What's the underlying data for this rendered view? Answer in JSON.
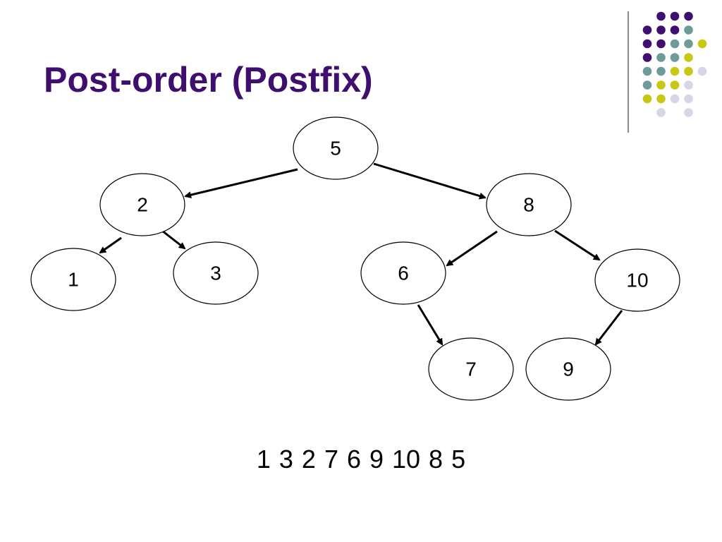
{
  "title": "Post-order (Postfix)",
  "colors": {
    "title": "#3e0f6e",
    "dot_purple": "#3e0f6e",
    "dot_teal": "#6e9a9a",
    "dot_yellow": "#c8c814",
    "dot_lavender": "#d6d6e8"
  },
  "tree": {
    "nodes": [
      {
        "id": "n5",
        "label": "5"
      },
      {
        "id": "n2",
        "label": "2"
      },
      {
        "id": "n8",
        "label": "8"
      },
      {
        "id": "n1",
        "label": "1"
      },
      {
        "id": "n3",
        "label": "3"
      },
      {
        "id": "n6",
        "label": "6"
      },
      {
        "id": "n10",
        "label": "10"
      },
      {
        "id": "n7",
        "label": "7"
      },
      {
        "id": "n9",
        "label": "9"
      }
    ],
    "edges": [
      {
        "from": "n5",
        "to": "n2"
      },
      {
        "from": "n5",
        "to": "n8"
      },
      {
        "from": "n2",
        "to": "n1"
      },
      {
        "from": "n2",
        "to": "n3"
      },
      {
        "from": "n8",
        "to": "n6"
      },
      {
        "from": "n8",
        "to": "n10"
      },
      {
        "from": "n6",
        "to": "n7"
      },
      {
        "from": "n10",
        "to": "n9"
      }
    ]
  },
  "traversal_result": "1 3 2 7 6 9 10 8 5"
}
